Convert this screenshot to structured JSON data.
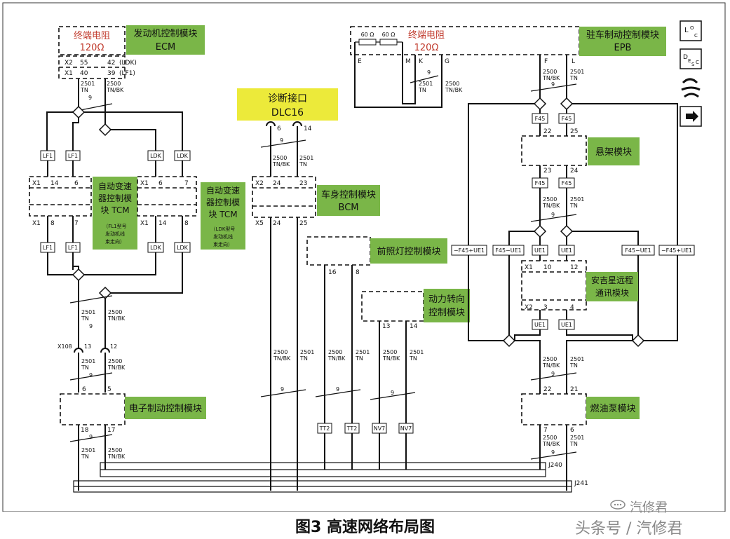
{
  "figure_caption": "图3 高速网络布局图",
  "watermark": {
    "top": "汽修君",
    "bottom": "头条号 / 汽修君"
  },
  "modules": {
    "ecm": {
      "line1": "发动机控制模块",
      "line2": "ECM"
    },
    "ecm_terminator": {
      "line1": "终端电阻",
      "line2": "120Ω"
    },
    "epb": {
      "line1": "驻车制动控制模块",
      "line2": "EPB"
    },
    "epb_terminator": {
      "line1": "终端电阻",
      "line2": "120Ω"
    },
    "dlc": {
      "line1": "诊断接口",
      "line2": "DLC16"
    },
    "tcm_lf1": {
      "line1": "自动变速",
      "line2": "器控制模",
      "line3": "块 TCM",
      "note1": "（FL1型号",
      "note2": "发动机线",
      "note3": "束走向）"
    },
    "tcm_ldk": {
      "line1": "自动变速",
      "line2": "器控制模",
      "line3": "块 TCM",
      "note1": "（LDK型号",
      "note2": "发动机线",
      "note3": "束走向）"
    },
    "bcm": {
      "line1": "车身控制模块",
      "line2": "BCM"
    },
    "headlamp": {
      "label": "前照灯控制模块"
    },
    "power_steering": {
      "line1": "动力转向",
      "line2": "控制模块"
    },
    "suspension": {
      "label": "悬架模块"
    },
    "onstar": {
      "line1": "安吉星远程",
      "line2": "通讯模块"
    },
    "ebcm": {
      "label": "电子制动控制模块"
    },
    "fuel_pump": {
      "label": "燃油泵模块"
    }
  },
  "labels": {
    "resistor_60a": "60 Ω",
    "resistor_60b": "60 Ω",
    "X2": "X2",
    "X1": "X1",
    "X5": "X5",
    "X108": "X108",
    "pin_55": "55",
    "pin_42": "42",
    "pin_40": "40",
    "pin_39": "39",
    "ldk_tag": "(LDK)",
    "lf1_tag": "(LF1)",
    "tn_code": "2501",
    "tn": "TN",
    "tnbk_code": "2500",
    "tnbk": "TN/BK",
    "twist": "9",
    "E": "E",
    "M": "M",
    "K": "K",
    "G": "G",
    "F": "F",
    "L": "L",
    "pin_6": "6",
    "pin_14": "14",
    "pin_24": "24",
    "pin_23": "23",
    "pin_25": "25",
    "pin_7": "7",
    "pin_8": "8",
    "pin_16": "16",
    "pin_13": "13",
    "pin_12": "12",
    "pin_5": "5",
    "pin_18": "18",
    "pin_17": "17",
    "pin_22": "22",
    "pin_21": "21",
    "pin_10": "10",
    "pin_3": "3",
    "pin_4": "4",
    "LF1": "LF1",
    "LDK": "LDK",
    "F45": "F45",
    "UE1": "UE1",
    "F45mUE1": "F45−UE1",
    "mF45pUE1": "−F45+UE1",
    "TT2": "TT2",
    "NV7": "NV7",
    "J240": "J240",
    "J241": "J241"
  },
  "legend_icons": {
    "loc": {
      "main": "L",
      "sup1": "O",
      "sup2": "C"
    },
    "desc": {
      "main": "D",
      "sup1": "E",
      "sup2": "S",
      "sup3": "C"
    }
  }
}
